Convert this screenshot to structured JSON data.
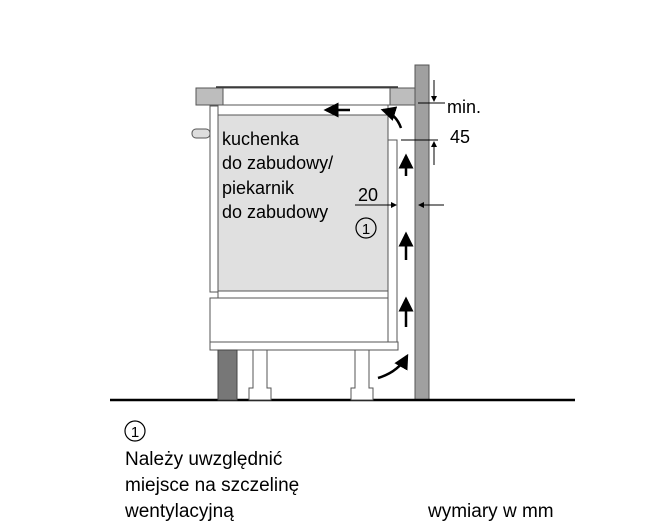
{
  "diagram": {
    "appliance_label": [
      "kuchenka",
      "do zabudowy/",
      "piekarnik",
      "do zabudowy"
    ],
    "gap_dimension": "20",
    "min_label": "min.",
    "min_value": "45",
    "callout_number": "1"
  },
  "footnote": {
    "number": "1",
    "lines": [
      "Należy uwzględnić",
      "miejsce na szczelinę",
      "wentylacyjną"
    ]
  },
  "units_note": "wymiary w mm",
  "colors": {
    "wall": "#a0a0a0",
    "oven": "#e0e0e0",
    "plinth": "#777777"
  }
}
